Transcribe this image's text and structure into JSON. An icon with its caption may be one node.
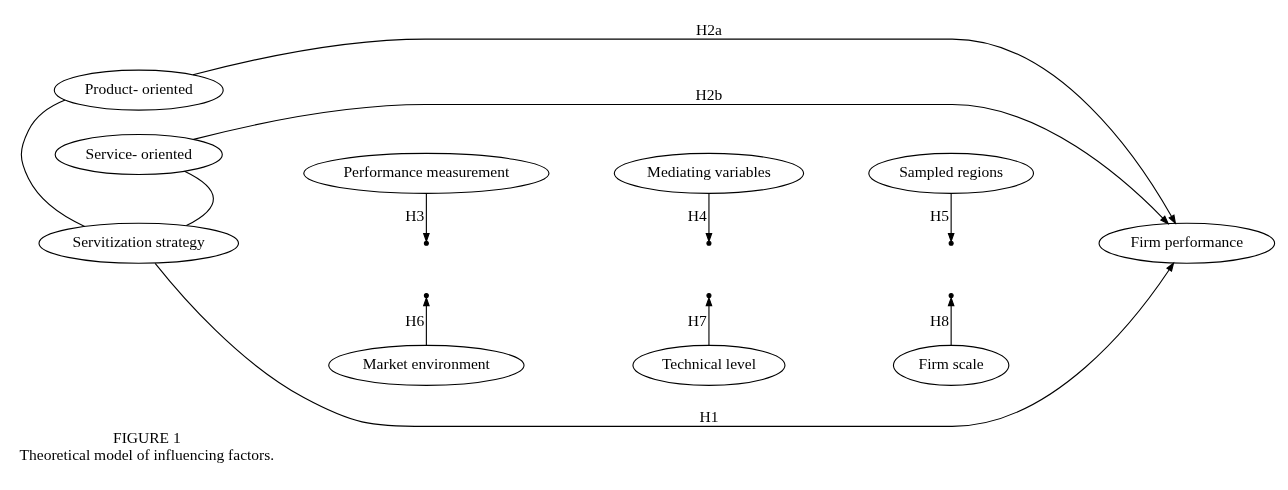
{
  "diagram": {
    "title": "FIGURE 1",
    "caption": "Theoretical model of influencing factors.",
    "nodes": [
      {
        "text": [
          "Product- oriented"
        ]
      },
      {
        "text": [
          "Performance measurement"
        ]
      },
      {
        "text": [
          "Mediating variables"
        ]
      },
      {
        "text": [
          "Sampled regions"
        ]
      },
      {
        "text": [
          "Servitization strategy"
        ]
      },
      {
        "text": [
          "Firm performance"
        ]
      },
      {
        "text": [
          "Service- oriented"
        ]
      },
      {
        "text": [
          "Market environment"
        ]
      },
      {
        "text": [
          "Technical level"
        ]
      },
      {
        "text": [
          "Firm scale"
        ]
      }
    ],
    "edges": [
      {
        "from": 0,
        "to": 4,
        "arrow": "none"
      },
      {
        "from": 6,
        "to": 4,
        "arrow": "none"
      },
      {
        "from": 4,
        "to": 5,
        "arrow": "to",
        "label": "H1"
      },
      {
        "from": 0,
        "to": 5,
        "arrow": "to",
        "label": "H2a"
      },
      {
        "from": 6,
        "to": 5,
        "arrow": "to",
        "label": "H2b"
      },
      {
        "from": 1,
        "to": null,
        "arrow": "to",
        "label": "H3"
      },
      {
        "from": 2,
        "to": null,
        "arrow": "to",
        "label": "H4"
      },
      {
        "from": 3,
        "to": null,
        "arrow": "to",
        "label": "H5"
      },
      {
        "from": 7,
        "to": null,
        "arrow": "to",
        "label": "H6"
      },
      {
        "from": 8,
        "to": null,
        "arrow": "to",
        "label": "H7"
      },
      {
        "from": 9,
        "to": null,
        "arrow": "to",
        "label": "H8"
      }
    ]
  }
}
